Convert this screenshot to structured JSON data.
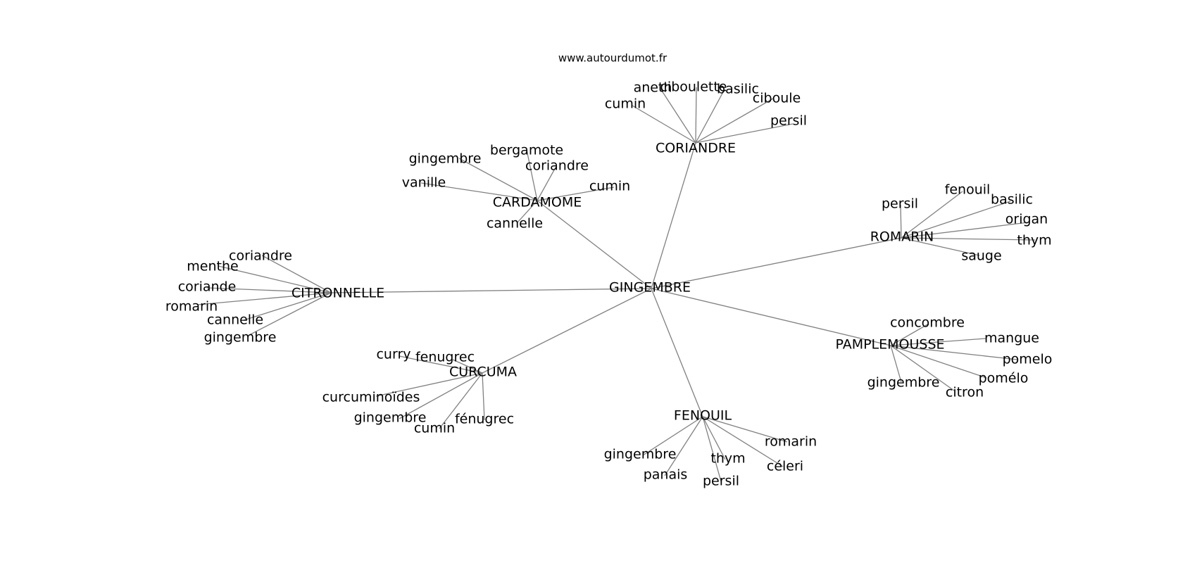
{
  "source": "www.autourdumot.fr",
  "center": "GINGEMBRE",
  "hubs": [
    {
      "label": "CORIANDRE",
      "leaves": [
        "cumin",
        "aneth",
        "ciboulette",
        "basilic",
        "ciboule",
        "persil"
      ]
    },
    {
      "label": "CARDAMOME",
      "leaves": [
        "gingembre",
        "bergamote",
        "coriandre",
        "cumin",
        "vanille",
        "cannelle"
      ]
    },
    {
      "label": "ROMARIN",
      "leaves": [
        "persil",
        "fenouil",
        "basilic",
        "origan",
        "thym",
        "sauge"
      ]
    },
    {
      "label": "CITRONNELLE",
      "leaves": [
        "coriandre",
        "menthe",
        "coriande",
        "romarin",
        "cannelle",
        "gingembre"
      ]
    },
    {
      "label": "PAMPLEMOUSSE",
      "leaves": [
        "concombre",
        "mangue",
        "pomelo",
        "pomélo",
        "citron",
        "gingembre"
      ]
    },
    {
      "label": "CURCUMA",
      "leaves": [
        "curry",
        "fenugrec",
        "curcuminoïdes",
        "gingembre",
        "cumin",
        "fénugrec"
      ]
    },
    {
      "label": "FENOUIL",
      "leaves": [
        "gingembre",
        "panais",
        "persil",
        "thym",
        "céleri",
        "romarin"
      ]
    }
  ]
}
